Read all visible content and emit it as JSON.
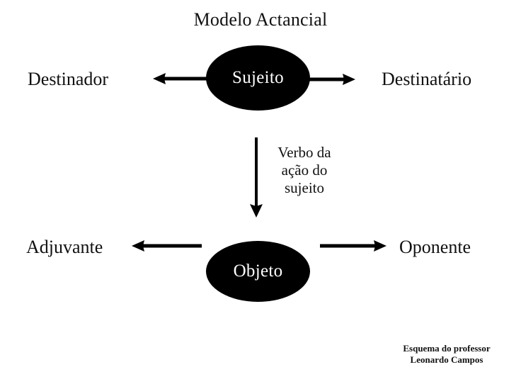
{
  "diagram": {
    "title": "Modelo Actancial",
    "background_color": "#ffffff",
    "node_fill_color": "#000000",
    "node_text_color": "#ffffff",
    "text_color": "#111111",
    "nodes": [
      {
        "id": "sujeito",
        "label": "Sujeito",
        "shape": "ellipse"
      },
      {
        "id": "objeto",
        "label": "Objeto",
        "shape": "ellipse"
      }
    ],
    "actants": [
      {
        "id": "destinador",
        "label": "Destinador",
        "position": "top-left"
      },
      {
        "id": "destinatario",
        "label": "Destinatário",
        "position": "top-right"
      },
      {
        "id": "adjuvante",
        "label": "Adjuvante",
        "position": "bottom-left"
      },
      {
        "id": "oponente",
        "label": "Oponente",
        "position": "bottom-right"
      }
    ],
    "edges": [
      {
        "id": "sujeito-destinador",
        "from": "sujeito",
        "to": "destinador",
        "direction": "left",
        "label": ""
      },
      {
        "id": "sujeito-destinatario",
        "from": "sujeito",
        "to": "destinatario",
        "direction": "right",
        "label": ""
      },
      {
        "id": "sujeito-objeto",
        "from": "sujeito",
        "to": "objeto",
        "direction": "down",
        "label": "Verbo da ação do sujeito"
      },
      {
        "id": "objeto-adjuvante",
        "from": "objeto",
        "to": "adjuvante",
        "direction": "left",
        "label": ""
      },
      {
        "id": "objeto-oponente",
        "from": "objeto",
        "to": "oponente",
        "direction": "right",
        "label": ""
      }
    ],
    "verb_label_lines": [
      "Verbo da",
      "ação do",
      "sujeito"
    ],
    "verb_label_text": "Verbo da\nação do\nsujeito",
    "credit_lines": [
      "Esquema do professor",
      "Leonardo Campos"
    ],
    "credit_text": "Esquema do professor\nLeonardo Campos"
  }
}
